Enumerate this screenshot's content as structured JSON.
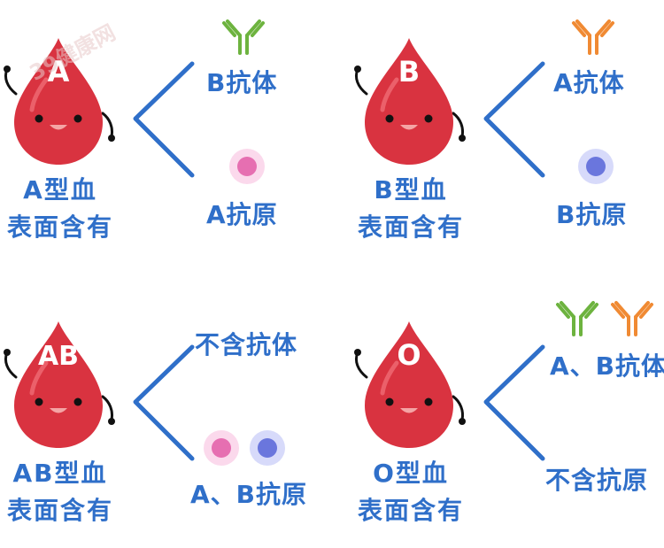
{
  "watermark": "39健康网",
  "colors": {
    "blue": "#2f6fc9",
    "blood": "#d93340",
    "antibody_b": "#6db33f",
    "antibody_a": "#f08a33",
    "antigen_a": "#e66fb1",
    "antigen_b": "#6a76dd"
  },
  "panels": [
    {
      "drop_letter": "A",
      "type_label": "A型血",
      "contains_label": "表面含有",
      "top_label": "B抗体",
      "bottom_label": "A抗原",
      "top_icons": [
        "antibody-b-green"
      ],
      "bottom_icons": [
        "antigen-a-pink"
      ]
    },
    {
      "drop_letter": "B",
      "type_label": "B型血",
      "contains_label": "表面含有",
      "top_label": "A抗体",
      "bottom_label": "B抗原",
      "top_icons": [
        "antibody-a-orange"
      ],
      "bottom_icons": [
        "antigen-b-blue"
      ]
    },
    {
      "drop_letter": "AB",
      "type_label": "AB型血",
      "contains_label": "表面含有",
      "top_label": "不含抗体",
      "bottom_label": "A、B抗原",
      "top_icons": [],
      "bottom_icons": [
        "antigen-a-pink",
        "antigen-b-blue"
      ]
    },
    {
      "drop_letter": "O",
      "type_label": "O型血",
      "contains_label": "表面含有",
      "top_label": "A、B抗体",
      "bottom_label": "不含抗原",
      "top_icons": [
        "antibody-b-green",
        "antibody-a-orange"
      ],
      "bottom_icons": []
    }
  ]
}
